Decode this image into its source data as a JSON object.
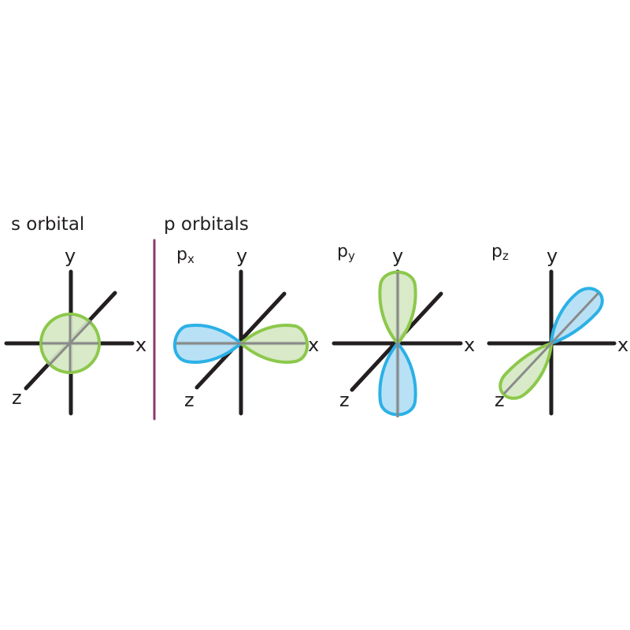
{
  "colors": {
    "background": "#ffffff",
    "axis": "#231f20",
    "inner_axis": "#8a8a8a",
    "green_fill": "#d5e8c3",
    "green_stroke": "#8cc84b",
    "blue_fill": "#b3def5",
    "blue_stroke": "#2bb1e6",
    "divider": "#8a3a6e"
  },
  "headings": {
    "s_title": "s orbital",
    "p_title": "p orbitals"
  },
  "axis_labels": {
    "x": "x",
    "y": "y",
    "z": "z"
  },
  "panels": [
    {
      "id": "s",
      "label_main": "",
      "label_sub": ""
    },
    {
      "id": "px",
      "label_main": "p",
      "label_sub": "x"
    },
    {
      "id": "py",
      "label_main": "p",
      "label_sub": "y"
    },
    {
      "id": "pz",
      "label_main": "p",
      "label_sub": "z"
    }
  ]
}
